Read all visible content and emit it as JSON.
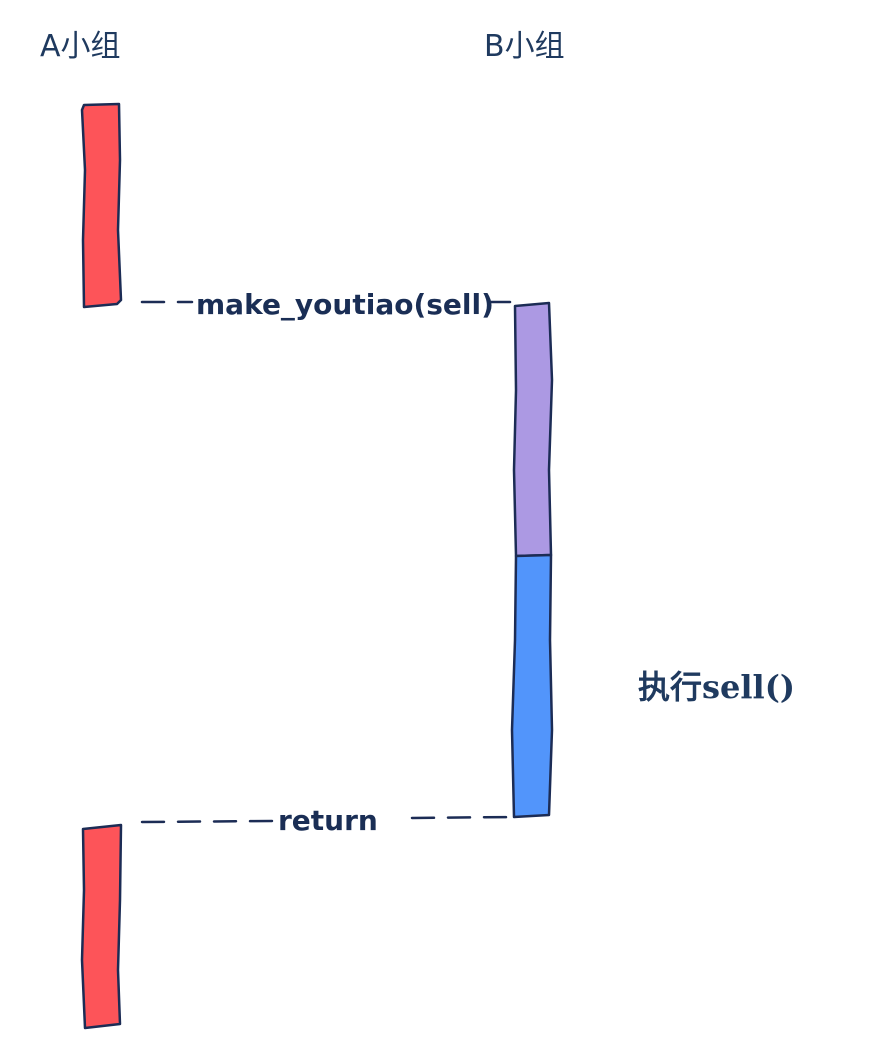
{
  "lanes": {
    "a": {
      "title": "A小组"
    },
    "b": {
      "title": "B小组"
    }
  },
  "messages": {
    "call": {
      "label": "make_youtiao(sell)"
    },
    "return": {
      "label": "return"
    }
  },
  "note": {
    "text": "执行sell()"
  },
  "colors": {
    "lane_a_bar": "#fd5459",
    "callback_bar": "#ac99e3",
    "execute_bar": "#5295fb",
    "stroke": "#1c2c55",
    "text": "#1f3a5f"
  }
}
